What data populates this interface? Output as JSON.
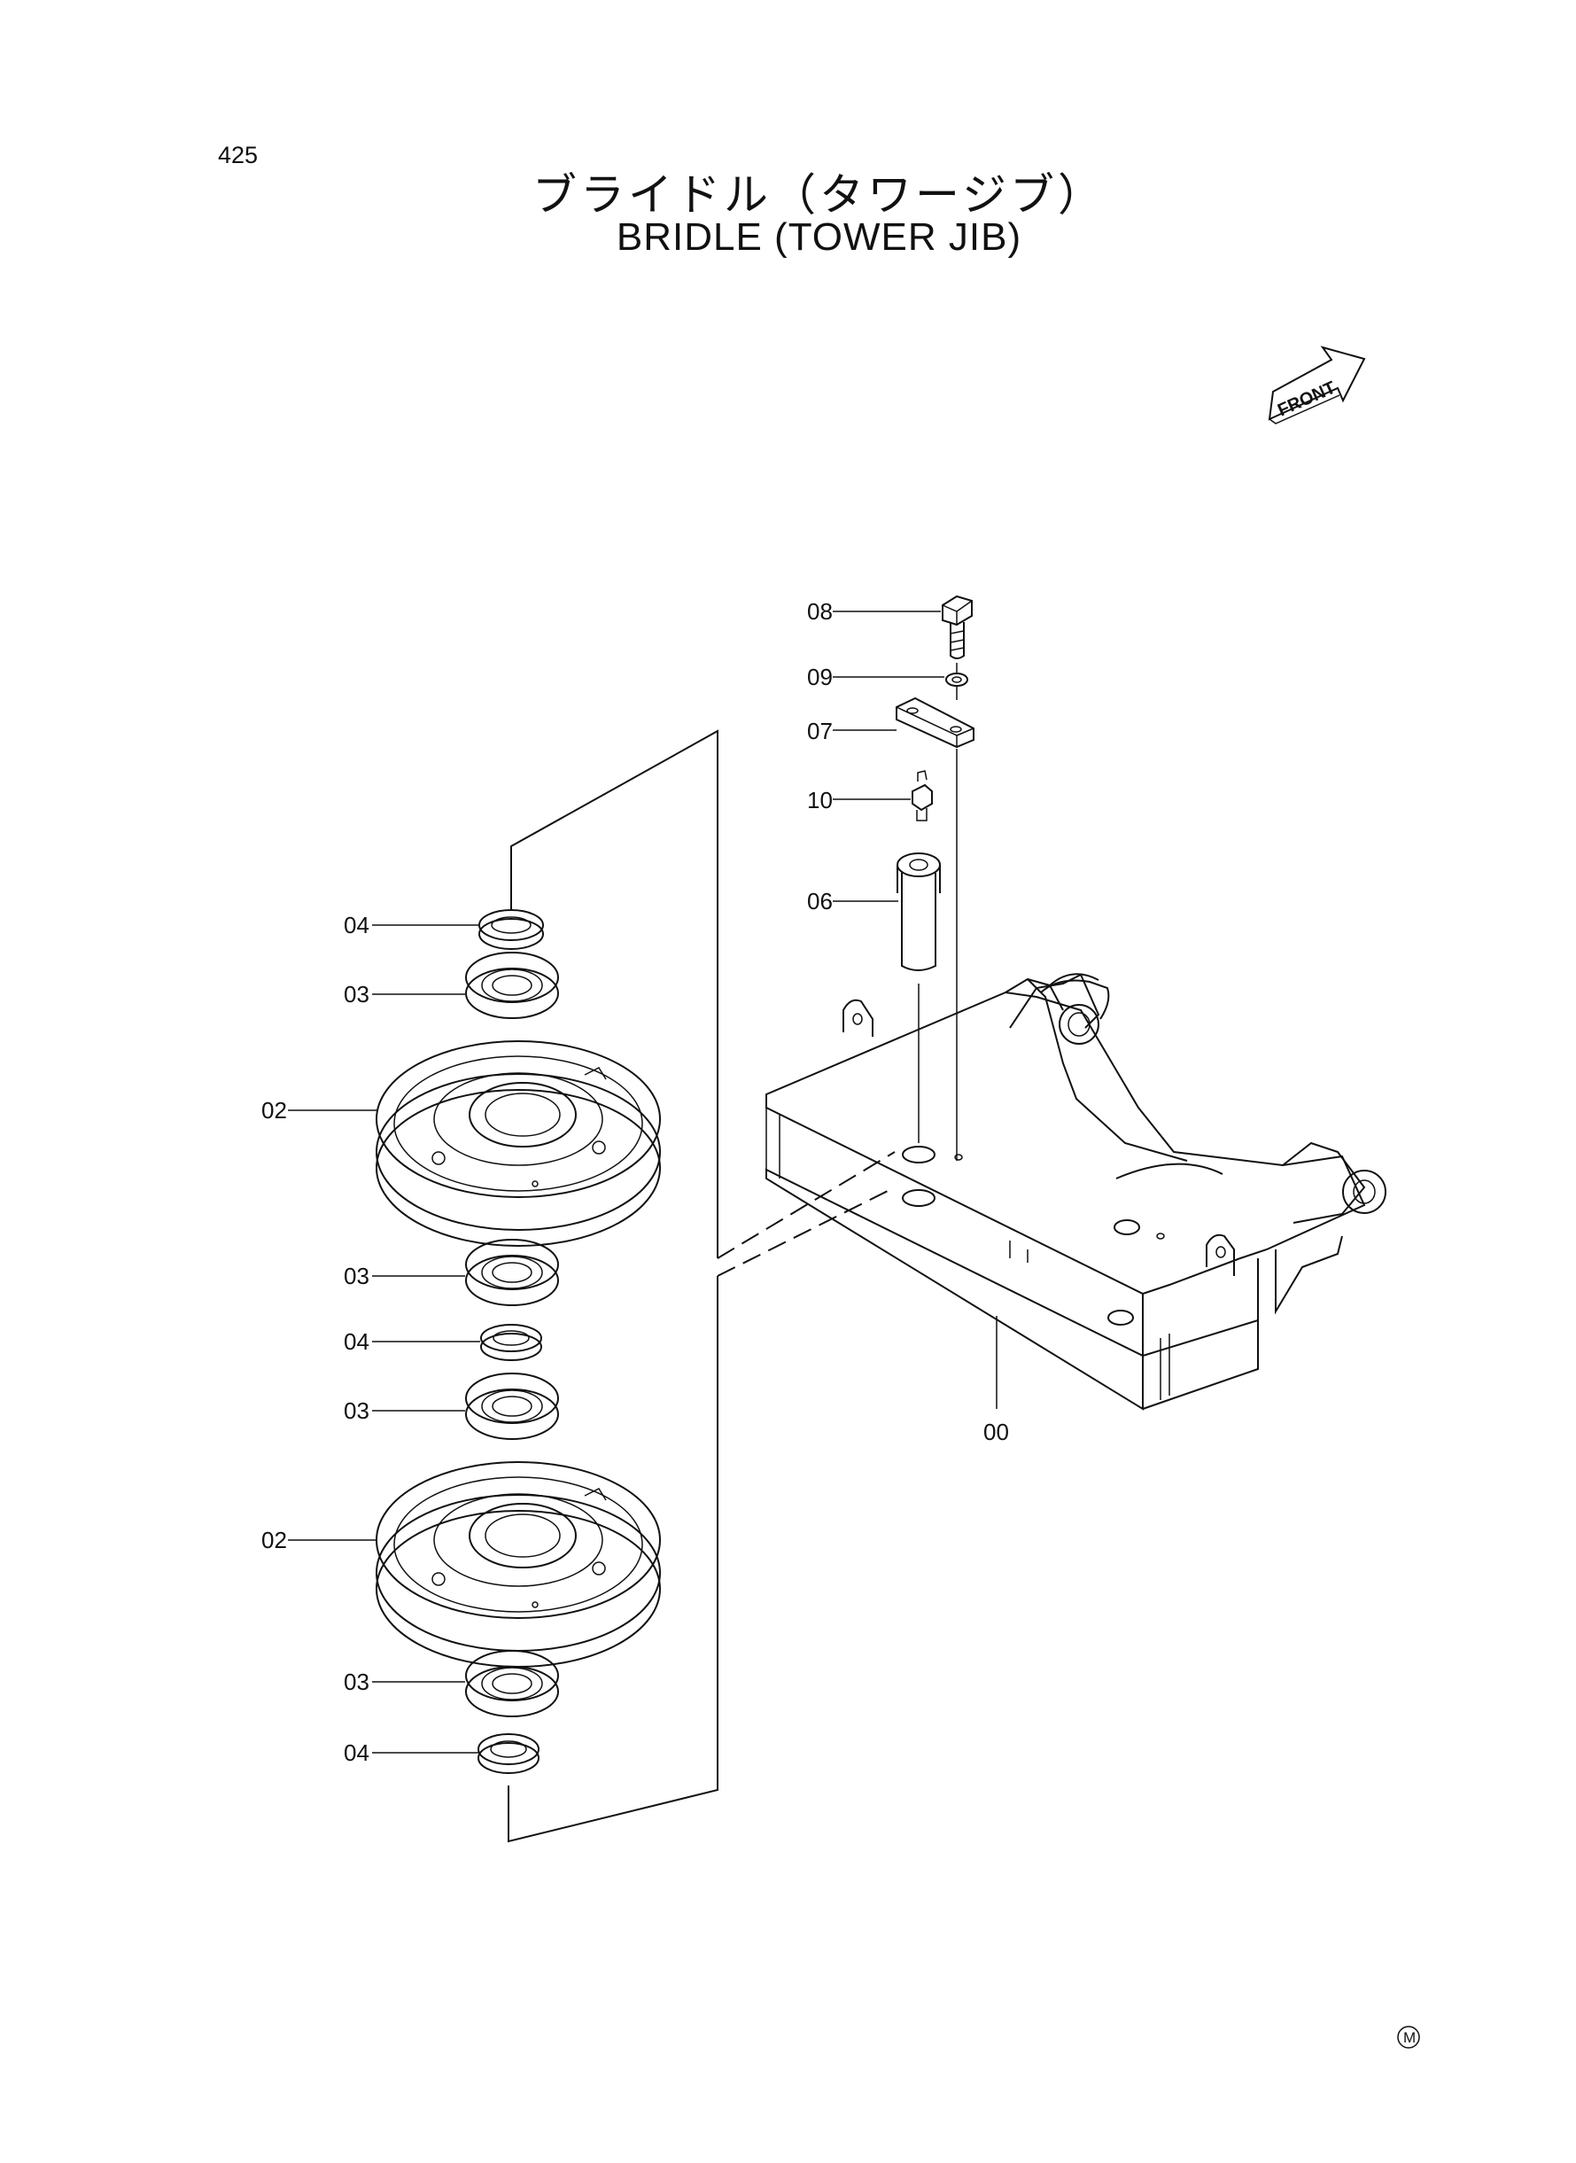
{
  "page": {
    "number": "425",
    "title_jp": "ブライドル（タワージブ）",
    "title_en": "BRIDLE (TOWER JIB)",
    "front_label": "FRONT",
    "corner_mark": "M"
  },
  "callouts": {
    "c08": "08",
    "c09": "09",
    "c07": "07",
    "c10": "10",
    "c06": "06",
    "c04_top": "04",
    "c03_top": "03",
    "c02_top": "02",
    "c03_mid1": "03",
    "c04_mid": "04",
    "c03_mid2": "03",
    "c02_bottom": "02",
    "c03_bottom": "03",
    "c04_bottom": "04",
    "c00": "00"
  }
}
